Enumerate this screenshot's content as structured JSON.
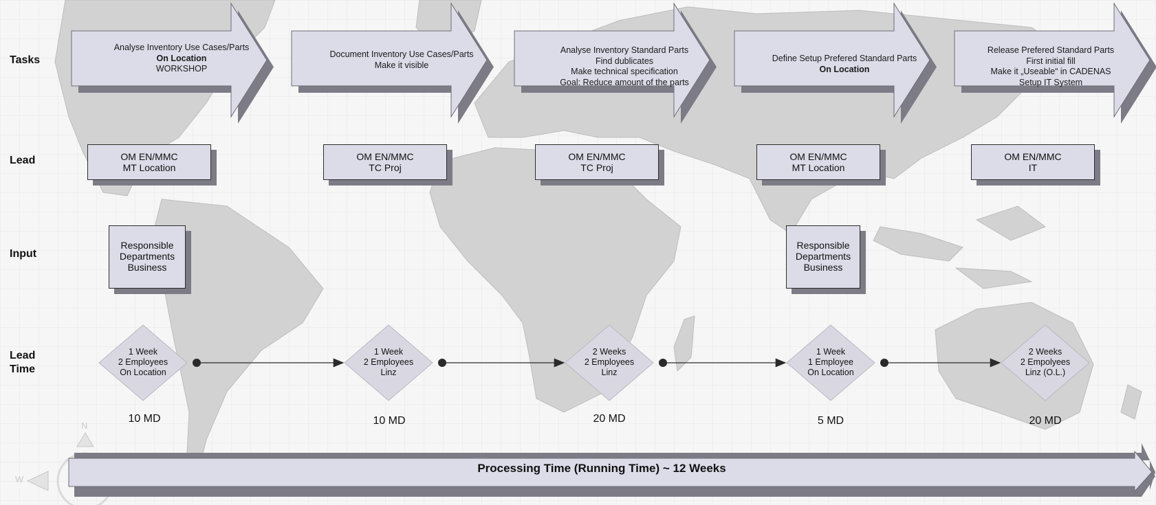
{
  "row_labels": {
    "tasks": "Tasks",
    "lead": "Lead",
    "input": "Input",
    "lead_time": [
      "Lead",
      "Time"
    ]
  },
  "tasks": [
    {
      "lines": [
        {
          "text": "Analyse Inventory Use Cases/Parts",
          "bold": false
        },
        {
          "text": "On Location",
          "bold": true
        },
        {
          "text": "WORKSHOP",
          "bold": false
        }
      ]
    },
    {
      "lines": [
        {
          "text": "Document Inventory Use Cases/Parts",
          "bold": false
        },
        {
          "text": "Make it visible",
          "bold": false
        }
      ]
    },
    {
      "lines": [
        {
          "text": "Analyse Inventory Standard Parts",
          "bold": false
        },
        {
          "text": "Find dublicates",
          "bold": false
        },
        {
          "text": "Make technical specification",
          "bold": false
        },
        {
          "text": "Goal: Reduce amount of the parts",
          "bold": false
        }
      ]
    },
    {
      "lines": [
        {
          "text": "Define Setup Prefered Standard Parts",
          "bold": false
        },
        {
          "text": "On Location",
          "bold": true
        }
      ]
    },
    {
      "lines": [
        {
          "text": "Release Prefered Standard Parts",
          "bold": false
        },
        {
          "text": "First initial fill",
          "bold": false
        },
        {
          "text": "Make it „Useable“ in  CADENAS",
          "bold": false
        },
        {
          "text": "Setup IT System",
          "bold": false
        }
      ]
    }
  ],
  "leads": [
    [
      "OM EN/MMC",
      "MT Location"
    ],
    [
      "OM EN/MMC",
      "TC Proj"
    ],
    [
      "OM EN/MMC",
      "TC Proj"
    ],
    [
      "OM EN/MMC",
      "MT Location"
    ],
    [
      "OM EN/MMC",
      "IT"
    ]
  ],
  "inputs": [
    [
      "Responsible",
      "Departments",
      "Business"
    ],
    [
      "Responsible",
      "Departments",
      "Business"
    ]
  ],
  "lead_times": [
    {
      "lines": [
        "1 Week",
        "2 Employees",
        "On Location"
      ],
      "effort": "10 MD"
    },
    {
      "lines": [
        "1 Week",
        "2 Employees",
        "Linz"
      ],
      "effort": "10 MD"
    },
    {
      "lines": [
        "2 Weeks",
        "2 Employees",
        "Linz"
      ],
      "effort": "20 MD"
    },
    {
      "lines": [
        "1 Week",
        "1 Employee",
        "On Location"
      ],
      "effort": "5 MD"
    },
    {
      "lines": [
        "2 Weeks",
        "2 Empolyees",
        "Linz (O.L.)"
      ],
      "effort": "20 MD"
    }
  ],
  "processing_time": "Processing Time (Running Time) ~ 12 Weeks",
  "compass": {
    "north": "N",
    "west": "W"
  },
  "colors": {
    "arrow_face": "#dcdbe8",
    "arrow_shadow": "#7c7b86",
    "diamond_face": "#d9d8e2",
    "map_land": "#d4d4d4",
    "map_grid": "#e9e9e9"
  }
}
